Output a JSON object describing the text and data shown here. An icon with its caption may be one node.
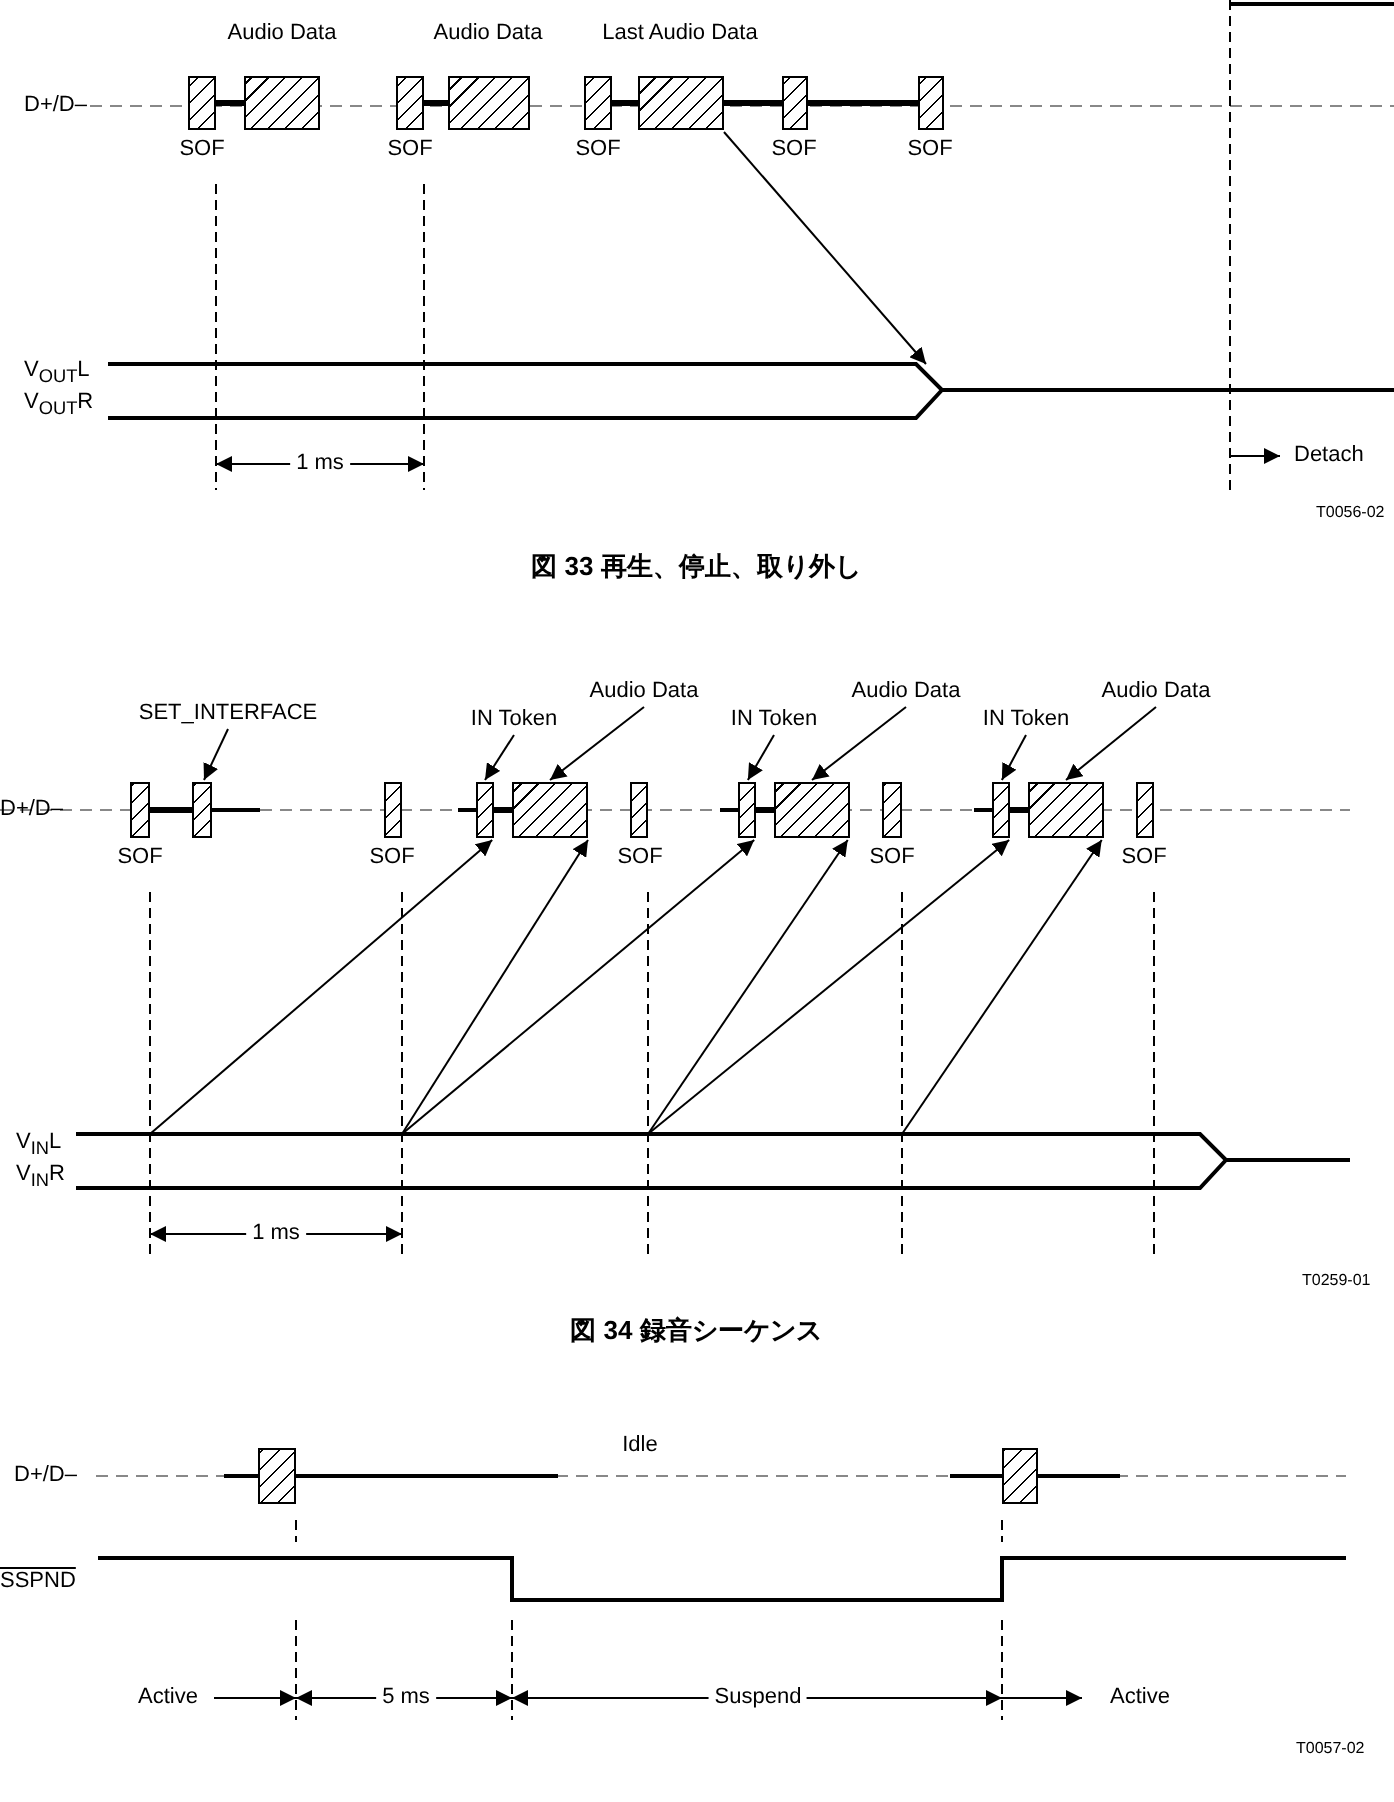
{
  "diagram": {
    "nodes": [
      {
        "text": [],
        "shape": "box",
        "beside": [
          "SOF"
        ]
      },
      {
        "text": [],
        "shape": "box",
        "beside": [
          "Audio Data"
        ]
      },
      {
        "text": [],
        "shape": "box",
        "beside": [
          "SOF"
        ]
      },
      {
        "text": [],
        "shape": "box",
        "beside": [
          "Audio Data"
        ]
      },
      {
        "text": [],
        "shape": "box",
        "beside": [
          "SOF"
        ]
      },
      {
        "text": [],
        "shape": "box",
        "beside": [
          "Last Audio Data"
        ]
      },
      {
        "text": [],
        "shape": "box",
        "beside": [
          "SOF"
        ]
      },
      {
        "text": [],
        "shape": "box",
        "beside": [
          "SOF"
        ]
      },
      {
        "text": [
          "V$_{OUT}$L",
          "V$_{OUT}$R"
        ]
      },
      {
        "text": [
          "SET_INTERFACE"
        ]
      },
      {
        "text": [
          "IN Token"
        ]
      },
      {
        "text": [
          "Audio Data"
        ]
      },
      {
        "text": [
          "IN Token"
        ]
      },
      {
        "text": [
          "Audio Data"
        ]
      },
      {
        "text": [
          "IN Token"
        ]
      },
      {
        "text": [
          "Audio Data"
        ]
      },
      {
        "text": [],
        "shape": "box",
        "beside": [
          "SOF"
        ]
      },
      {
        "text": [],
        "shape": "box"
      },
      {
        "text": [],
        "shape": "box",
        "beside": [
          "SOF"
        ]
      },
      {
        "text": [],
        "shape": "box"
      },
      {
        "text": [],
        "shape": "box"
      },
      {
        "text": [],
        "shape": "box",
        "beside": [
          "SOF"
        ]
      },
      {
        "text": [],
        "shape": "box"
      },
      {
        "text": [],
        "shape": "box"
      },
      {
        "text": [],
        "shape": "box",
        "beside": [
          "SOF"
        ]
      },
      {
        "text": [],
        "shape": "box"
      },
      {
        "text": [],
        "shape": "box"
      },
      {
        "text": [],
        "shape": "box",
        "beside": [
          "SOF"
        ]
      },
      {
        "text": [
          "V$_{IN}$L",
          "V$_{IN}$R"
        ]
      },
      {
        "text": [],
        "shape": "box"
      },
      {
        "text": [],
        "shape": "box"
      },
      {
        "text": [
          "SSPND"
        ]
      }
    ],
    "edges": [
      {
        "from": 5,
        "to": 8,
        "arrow": "to"
      },
      {
        "from": 9,
        "to": 17,
        "arrow": "to"
      },
      {
        "from": 10,
        "to": 19,
        "arrow": "to"
      },
      {
        "from": 11,
        "to": 20,
        "arrow": "to"
      },
      {
        "from": 12,
        "to": 22,
        "arrow": "to"
      },
      {
        "from": 13,
        "to": 23,
        "arrow": "to"
      },
      {
        "from": 14,
        "to": 25,
        "arrow": "to"
      },
      {
        "from": 15,
        "to": 26,
        "arrow": "to"
      },
      {
        "from": 28,
        "to": 19,
        "arrow": "to"
      },
      {
        "from": 28,
        "to": 20,
        "arrow": "to"
      },
      {
        "from": 28,
        "to": 22,
        "arrow": "to"
      },
      {
        "from": 28,
        "to": 23,
        "arrow": "to"
      },
      {
        "from": 28,
        "to": 25,
        "arrow": "to"
      },
      {
        "from": 28,
        "to": 26,
        "arrow": "to"
      },
      {
        "from": 0,
        "to": 1,
        "arrow": "none",
        "style": "thick"
      },
      {
        "from": 2,
        "to": 3,
        "arrow": "none",
        "style": "thick"
      },
      {
        "from": 4,
        "to": 5,
        "arrow": "none",
        "style": "thick"
      },
      {
        "from": 5,
        "to": 6,
        "arrow": "none",
        "style": "thick"
      },
      {
        "from": 6,
        "to": 7,
        "arrow": "none",
        "style": "thick"
      },
      {
        "from": 16,
        "to": 17,
        "arrow": "none",
        "style": "thick"
      },
      {
        "from": 19,
        "to": 20,
        "arrow": "none",
        "style": "thick"
      },
      {
        "from": 22,
        "to": 23,
        "arrow": "none",
        "style": "thick"
      },
      {
        "from": 25,
        "to": 26,
        "arrow": "none",
        "style": "thick"
      }
    ],
    "labels": [
      "D+/D–",
      "1 ms",
      "Detach",
      "T0056-02",
      "図 33  再生、停止、取り外し",
      "D+/D–",
      "1 ms",
      "T0259-01",
      "図 34  録音シーケンス",
      "Idle",
      "D+/D–",
      "Active",
      "5 ms",
      "Suspend",
      "Active",
      "T0057-02"
    ]
  }
}
